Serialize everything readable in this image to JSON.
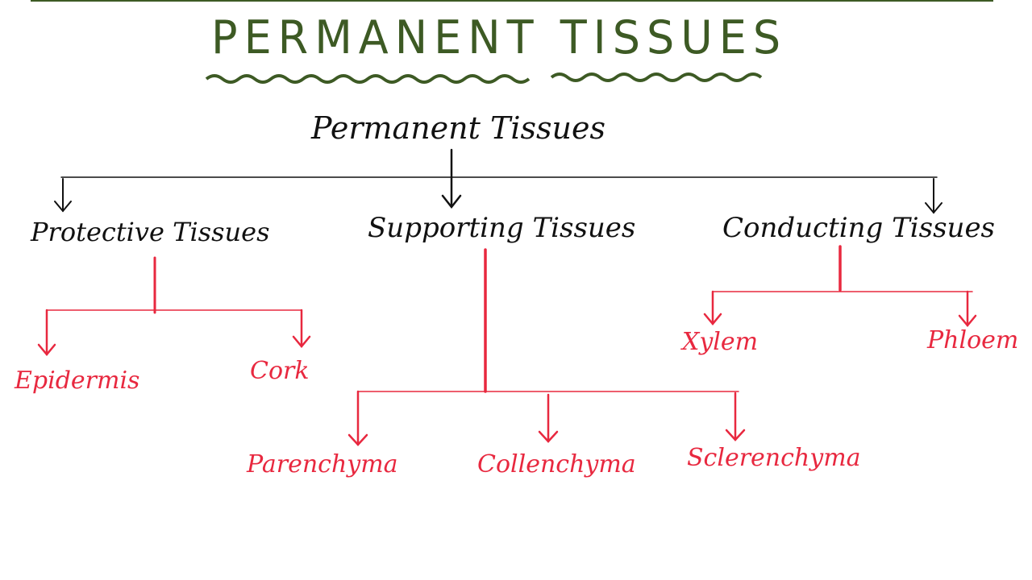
{
  "title": "PERMANENT TISSUES",
  "colors": {
    "title": "#3d5a24",
    "black_ink": "#111111",
    "red_ink": "#e8283f",
    "top_rule": "#3d5a24"
  },
  "tree": {
    "root": "Permanent Tissues",
    "branches": [
      {
        "label": "Protective Tissues",
        "children": [
          "Epidermis",
          "Cork"
        ]
      },
      {
        "label": "Supporting Tissues",
        "children": [
          "Parenchyma",
          "Collenchyma",
          "Sclerenchyma"
        ]
      },
      {
        "label": "Conducting Tissues",
        "children": [
          "Xylem",
          "Phloem"
        ]
      }
    ]
  }
}
